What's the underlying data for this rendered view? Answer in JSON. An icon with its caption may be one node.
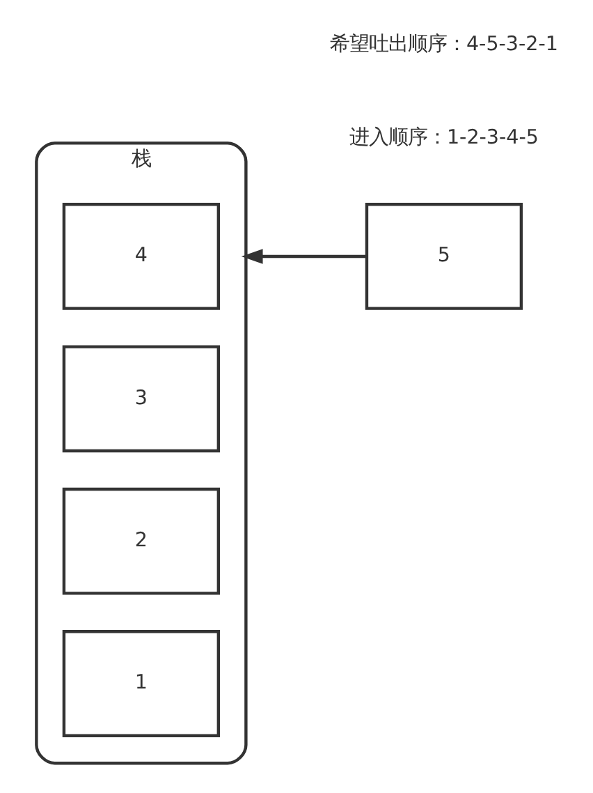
{
  "diagram": {
    "nodes": [
      {
        "text": [
          "栈"
        ]
      },
      {
        "text": [
          "4"
        ],
        "in": 0
      },
      {
        "text": [
          "3"
        ],
        "in": 0
      },
      {
        "text": [
          "2"
        ],
        "in": 0
      },
      {
        "text": [
          "1"
        ],
        "in": 0
      },
      {
        "text": [
          "5"
        ]
      }
    ],
    "edges": [
      {
        "from": 5,
        "to": 0,
        "arrow": "to"
      }
    ],
    "labels": [
      "希望吐出顺序：4-5-3-2-1",
      "进入顺序：1-2-3-4-5"
    ]
  }
}
